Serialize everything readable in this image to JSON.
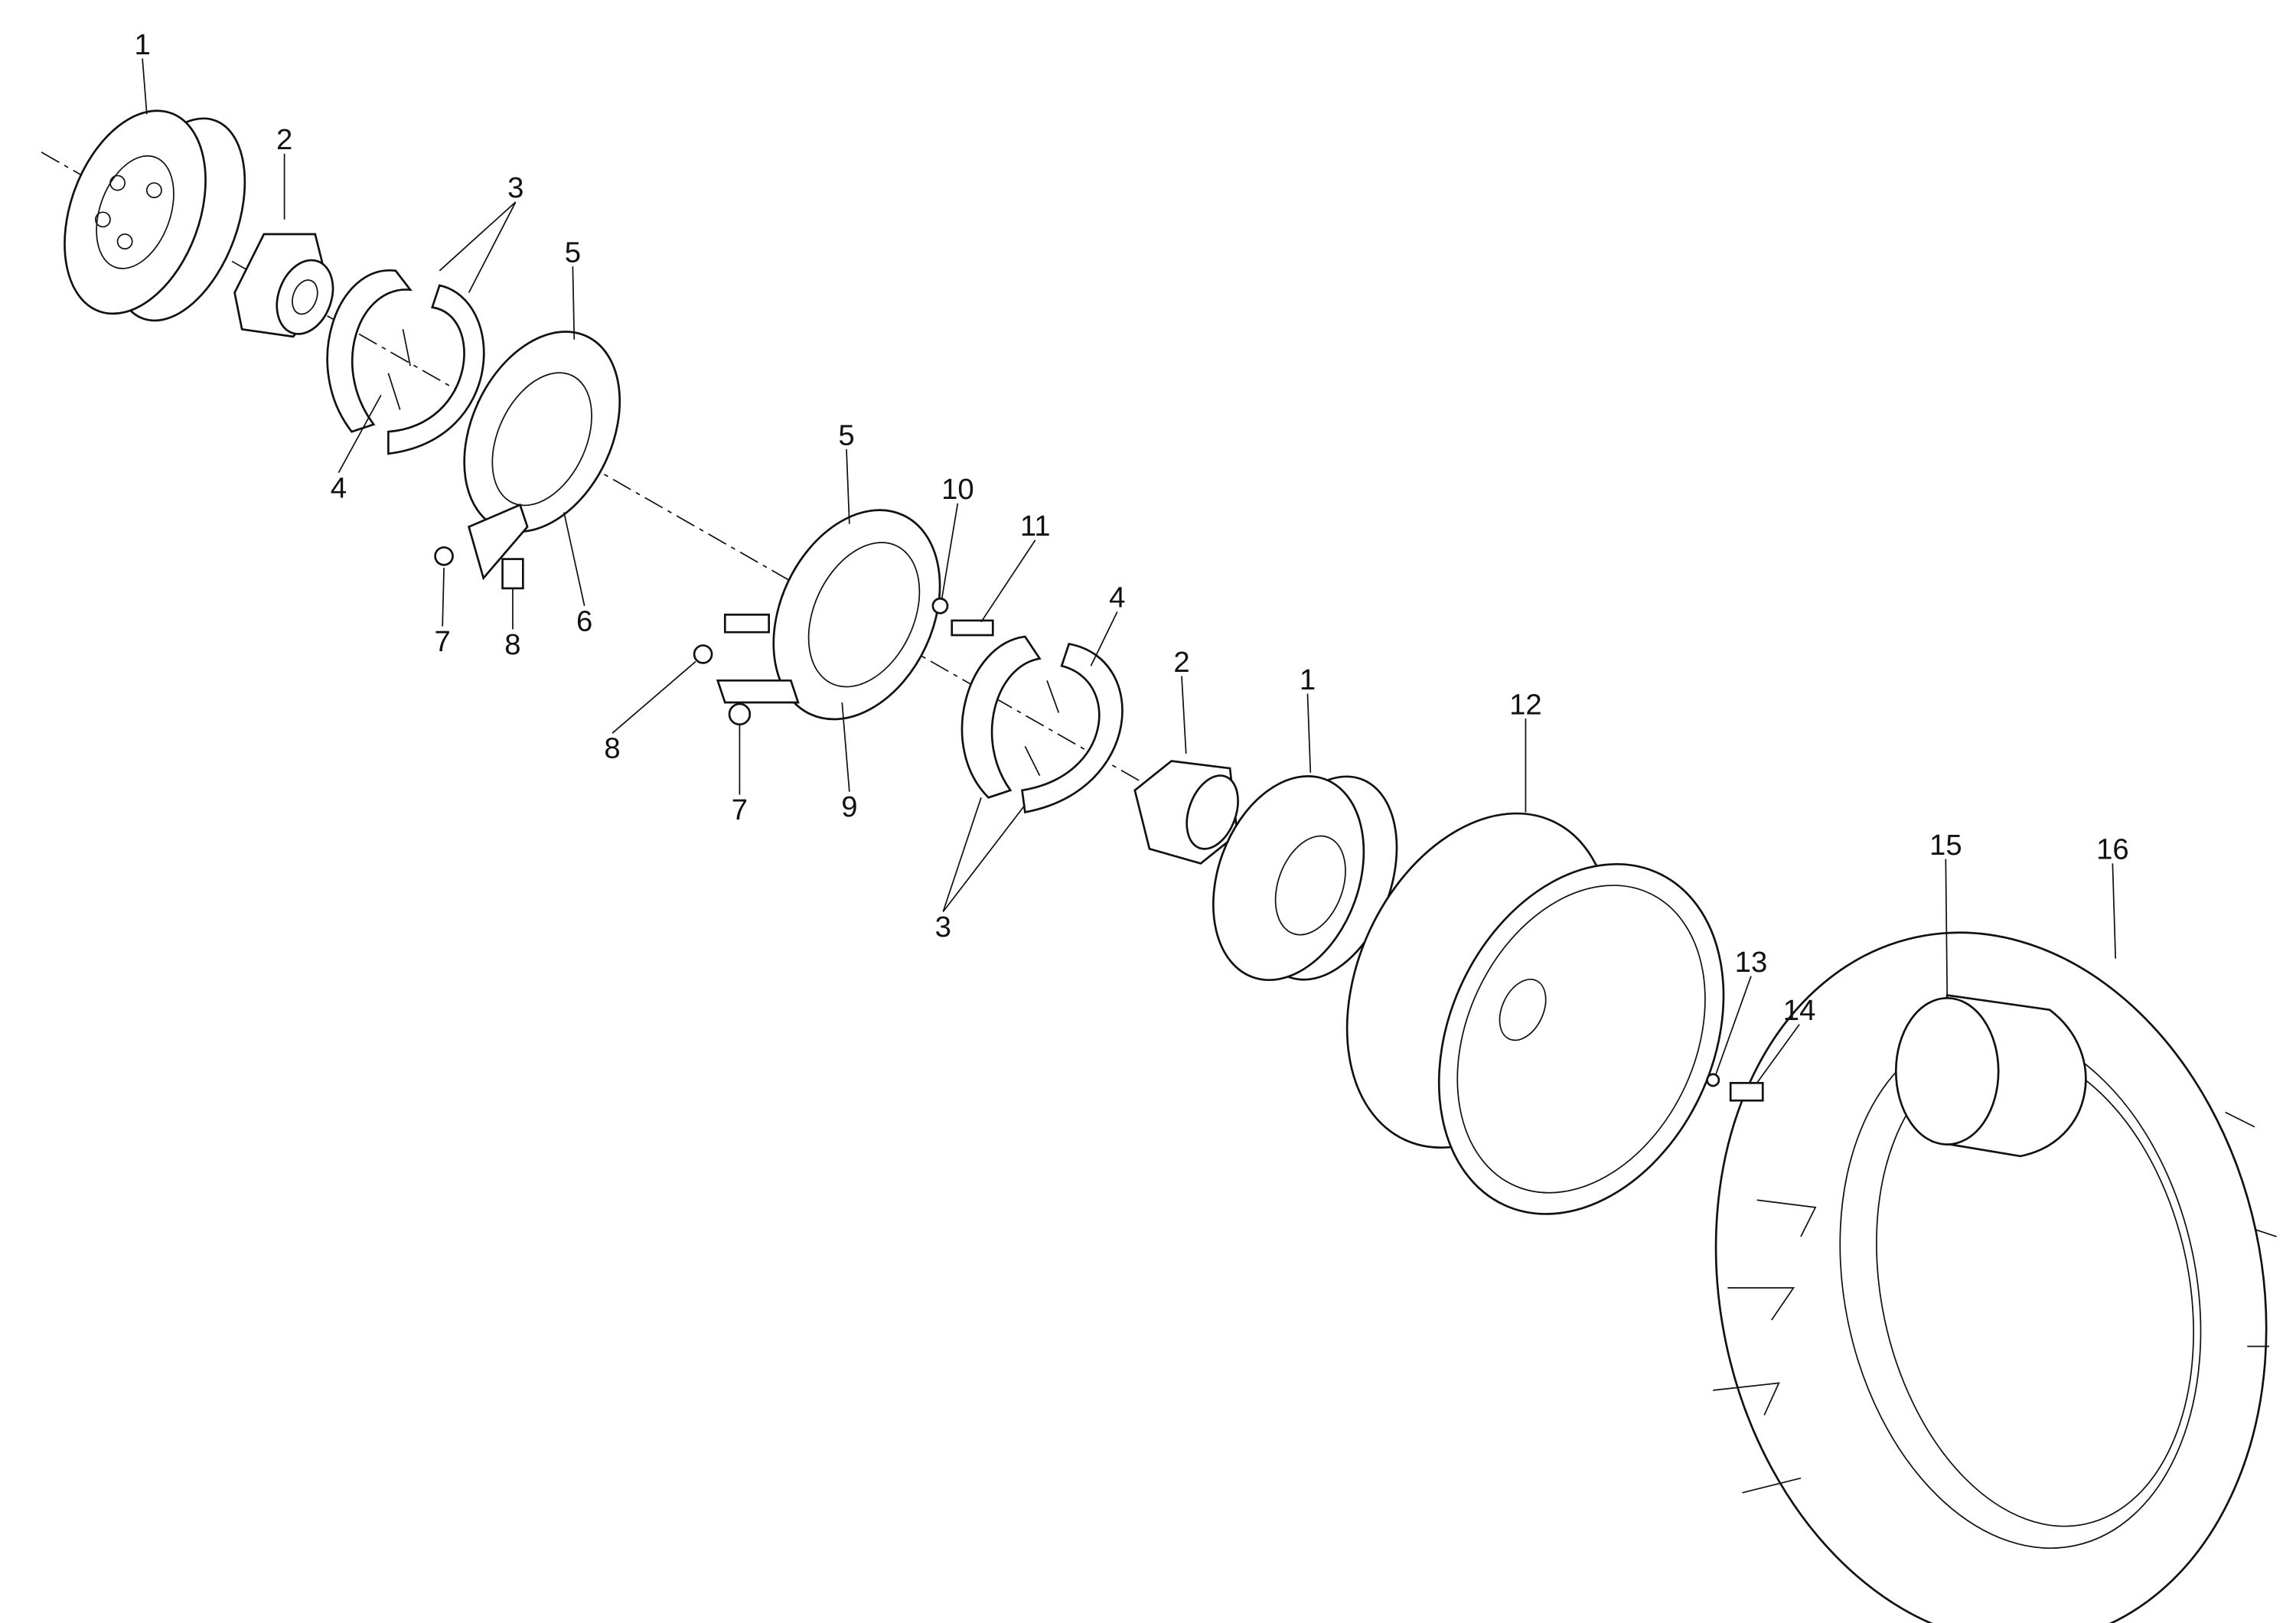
{
  "diagram": {
    "type": "exploded parts diagram",
    "labels": [
      "1",
      "2",
      "3",
      "4",
      "5",
      "5",
      "6",
      "7",
      "8",
      "10",
      "11",
      "4",
      "8",
      "7",
      "9",
      "2",
      "1",
      "12",
      "3",
      "15",
      "16",
      "13",
      "14"
    ],
    "colors": {
      "line": "#111111",
      "background": "#ffffff"
    }
  }
}
